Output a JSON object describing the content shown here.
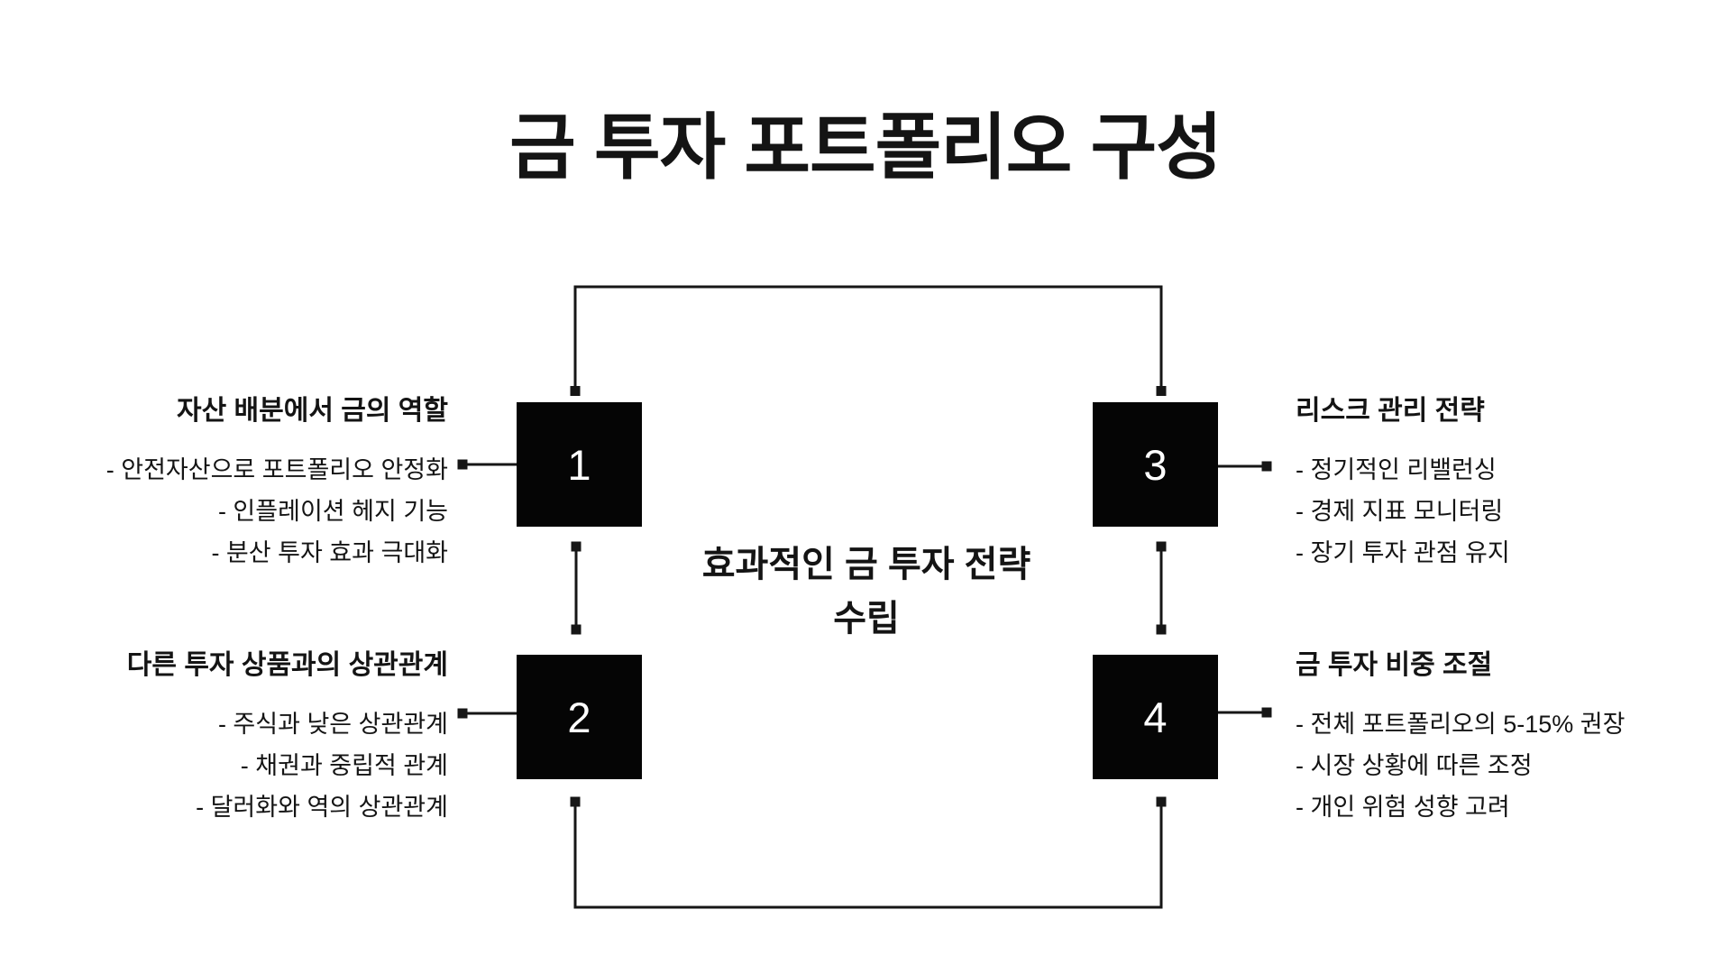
{
  "title": "금 투자 포트폴리오 구성",
  "center": {
    "lines": [
      "효과적인 금 투자 전략",
      "수립"
    ]
  },
  "sections": [
    {
      "number": "1",
      "title": "자산 배분에서 금의 역할",
      "items": [
        "- 안전자산으로 포트폴리오 안정화",
        "- 인플레이션 헤지 기능",
        "- 분산 투자 효과 극대화"
      ]
    },
    {
      "number": "2",
      "title": "다른 투자 상품과의 상관관계",
      "items": [
        "- 주식과 낮은 상관관계",
        "- 채권과 중립적 관계",
        "- 달러화와 역의 상관관계"
      ]
    },
    {
      "number": "3",
      "title": "리스크 관리 전략",
      "items": [
        "- 정기적인 리밸런싱",
        "- 경제 지표 모니터링",
        "- 장기 투자 관점 유지"
      ]
    },
    {
      "number": "4",
      "title": "금 투자 비중 조절",
      "items": [
        "- 전체 포트폴리오의 5-15% 권장",
        "- 시장 상황에 따른 조정",
        "- 개인 위험 성향 고려"
      ]
    }
  ],
  "colors": {
    "background": "#ffffff",
    "box": "#050505",
    "box_number": "#ffffff",
    "line": "#161616",
    "text": "#141414"
  }
}
